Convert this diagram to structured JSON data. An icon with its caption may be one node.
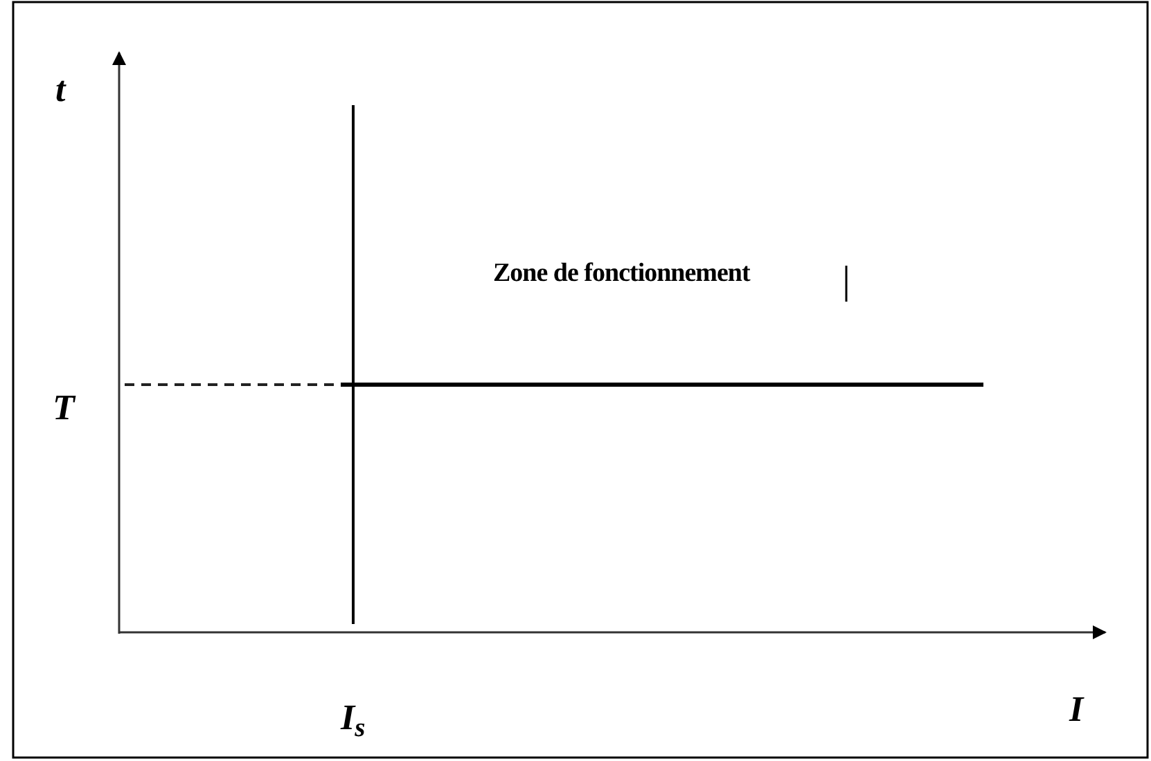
{
  "diagram": {
    "labels": [
      "t",
      "Zone de fonctionnement",
      "T",
      "I$_{s}$",
      "I"
    ]
  }
}
